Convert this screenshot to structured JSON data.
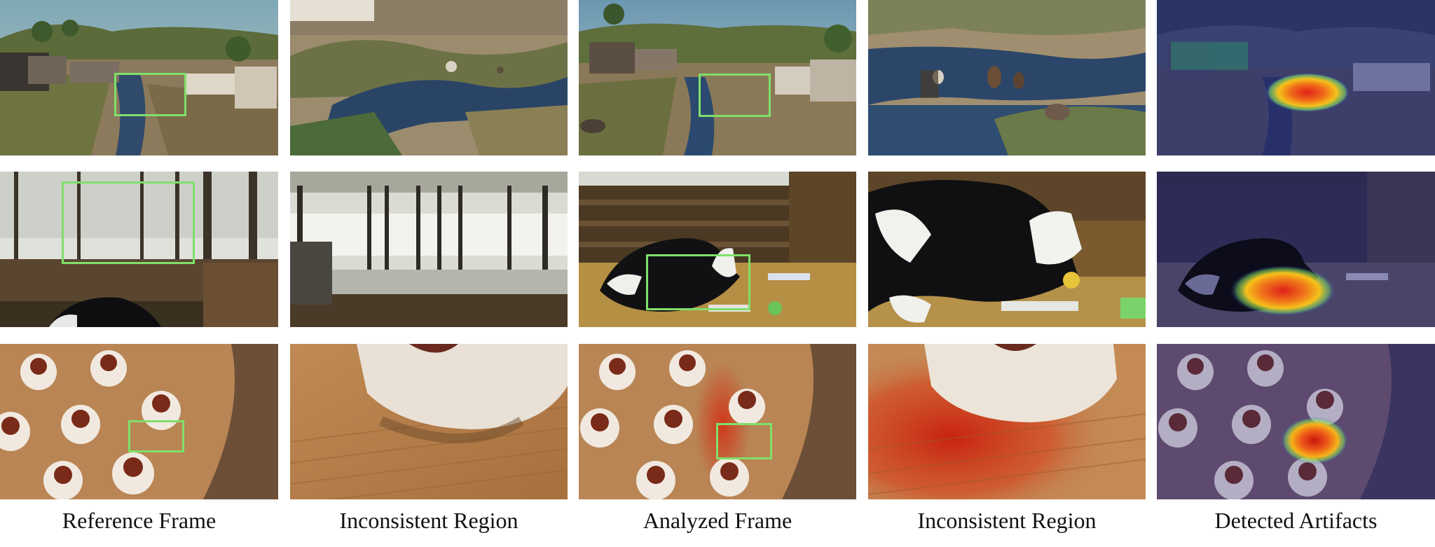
{
  "captions": {
    "col1": "Reference Frame",
    "col2": "Inconsistent Region",
    "col3": "Analyzed Frame",
    "col4": "Inconsistent Region",
    "col5": "Detected Artifacts"
  },
  "colors": {
    "highlight_box": "#7fe06a",
    "heat_hot": "#e0201a",
    "heat_warm": "#f5c21a",
    "heat_cool": "#2a3cc8"
  },
  "rows": [
    {
      "scene": "western town with stream"
    },
    {
      "scene": "barn interior with cow"
    },
    {
      "scene": "dumplings on wooden board"
    }
  ]
}
